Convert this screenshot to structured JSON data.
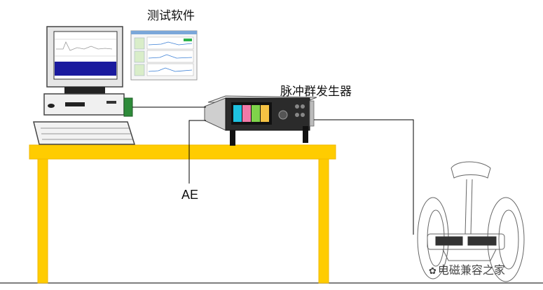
{
  "labels": {
    "software": "测试软件",
    "generator": "脉冲群发生器",
    "ae": "AE"
  },
  "watermark": {
    "text": "电磁兼容之家",
    "icon": "wechat-icon"
  },
  "colors": {
    "table": "#ffcc00",
    "table_edge": "#f0b800",
    "screen_main": "#1a1a9e",
    "screen_bg": "#ffffff",
    "generator_body": "#dcdcdc",
    "generator_front": "#2b2b2b",
    "cable": "#000000",
    "connector": "#2e8b3a"
  },
  "generator_tiles": [
    "#1ec2e0",
    "#f07aa8",
    "#7fd34a",
    "#f5c243"
  ]
}
